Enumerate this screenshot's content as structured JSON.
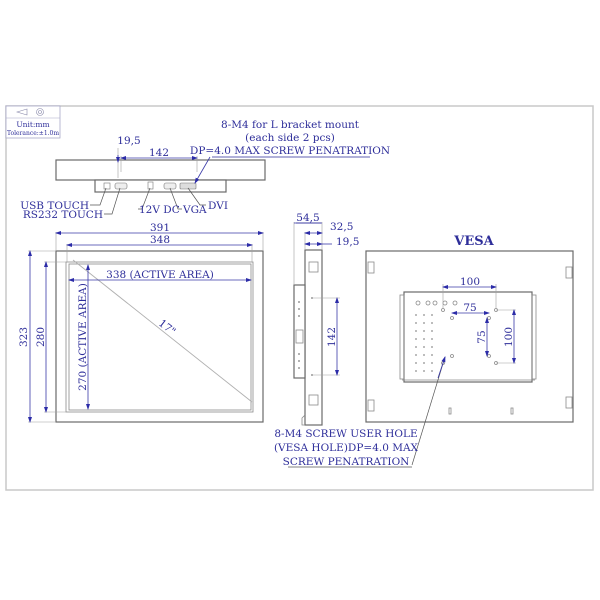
{
  "title_block": {
    "unit": "Unit:mm",
    "tolerance": "Tolerance:±1.0m"
  },
  "top_view": {
    "dim_offset": "19,5",
    "dim_spacing": "142",
    "note_line1": "8-M4 for L bracket mount",
    "note_line2": "(each side 2 pcs)",
    "note_line3": "DP=4.0 MAX SCREW PENATRATION",
    "ports": {
      "usb_touch": "USB TOUCH",
      "rs232_touch": "RS232 TOUCH",
      "dc_power": "12V DC",
      "vga": "VGA",
      "dvi": "DVI"
    }
  },
  "front_view": {
    "outer_width": "391",
    "bezel_width": "348",
    "active_width": "338 (ACTIVE AREA)",
    "outer_height": "323",
    "bezel_height": "280",
    "active_height": "270 (ACTIVE AREA)",
    "diagonal": "17\""
  },
  "side_view": {
    "total_depth": "54,5",
    "depth_mid": "32,5",
    "depth_front": "19,5",
    "bracket_spacing": "142"
  },
  "rear_view": {
    "title": "VESA",
    "vesa_outer_h": "100",
    "vesa_inner_h": "75",
    "vesa_inner_v": "75",
    "vesa_outer_v": "100",
    "note_line1": "8-M4 SCREW USER HOLE",
    "note_line2": "(VESA HOLE)DP=4.0 MAX",
    "note_line3": "SCREW PENATRATION"
  },
  "colors": {
    "dimension": "#2e2e9a",
    "outline": "#6a6a6a",
    "frame": "#c8c8c8"
  }
}
